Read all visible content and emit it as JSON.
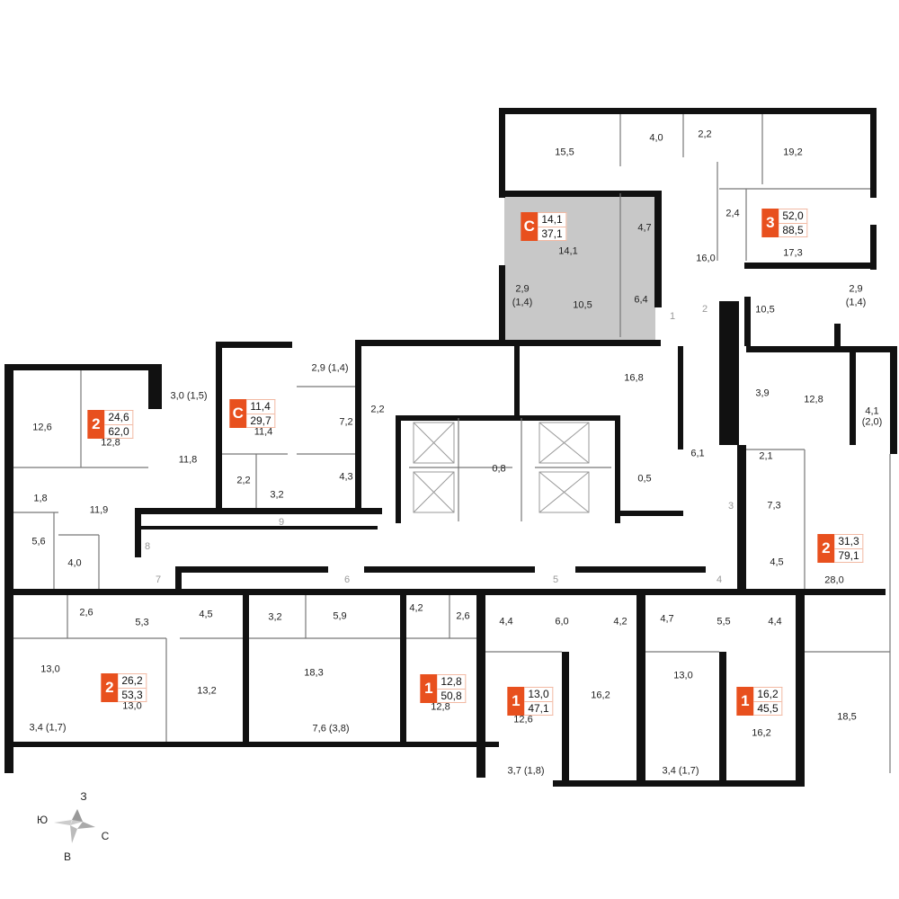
{
  "apartments": [
    {
      "type": "3",
      "living": "52,0",
      "total": "88,5"
    },
    {
      "type": "С",
      "living": "14,1",
      "total": "37,1"
    },
    {
      "type": "С",
      "living": "11,4",
      "total": "29,7"
    },
    {
      "type": "2",
      "living": "24,6",
      "total": "62,0"
    },
    {
      "type": "2",
      "living": "31,3",
      "total": "79,1"
    },
    {
      "type": "2",
      "living": "26,2",
      "total": "53,3"
    },
    {
      "type": "1",
      "living": "12,8",
      "total": "50,8"
    },
    {
      "type": "1",
      "living": "13,0",
      "total": "47,1"
    },
    {
      "type": "1",
      "living": "16,2",
      "total": "45,5"
    }
  ],
  "rooms": [
    "15,5",
    "4,0",
    "2,2",
    "19,2",
    "2,4",
    "16,0",
    "17,3",
    "10,5",
    "2,9",
    "(1,4)",
    "14,1",
    "4,7",
    "2,9",
    "(1,4)",
    "10,5",
    "6,4",
    "2,2",
    "16,8",
    "0,8",
    "0,5",
    "6,1",
    "2,9 (1,4)",
    "11,4",
    "7,2",
    "4,3",
    "2,2",
    "3,2",
    "12,6",
    "12,8",
    "3,0 (1,5)",
    "11,8",
    "1,8",
    "11,9",
    "5,6",
    "4,0",
    "3,9",
    "12,8",
    "4,1",
    "(2,0)",
    "2,1",
    "7,3",
    "4,5",
    "28,0",
    "2,6",
    "5,3",
    "4,5",
    "13,0",
    "13,0",
    "13,2",
    "3,4 (1,7)",
    "3,2",
    "5,9",
    "4,2",
    "2,6",
    "18,3",
    "7,6 (3,8)",
    "12,8",
    "4,4",
    "6,0",
    "4,2",
    "4,7",
    "5,5",
    "4,4",
    "12,6",
    "16,2",
    "13,0",
    "16,2",
    "18,5",
    "3,7 (1,8)",
    "3,4 (1,7)"
  ],
  "entrances": [
    "1",
    "2",
    "9",
    "8",
    "3",
    "7",
    "6",
    "5",
    "4"
  ],
  "compass": {
    "north": "З",
    "south": "Ю",
    "east": "С",
    "west": "В"
  },
  "colors": {
    "accent": "#e8501e",
    "highlight": "#c8c8c8"
  }
}
